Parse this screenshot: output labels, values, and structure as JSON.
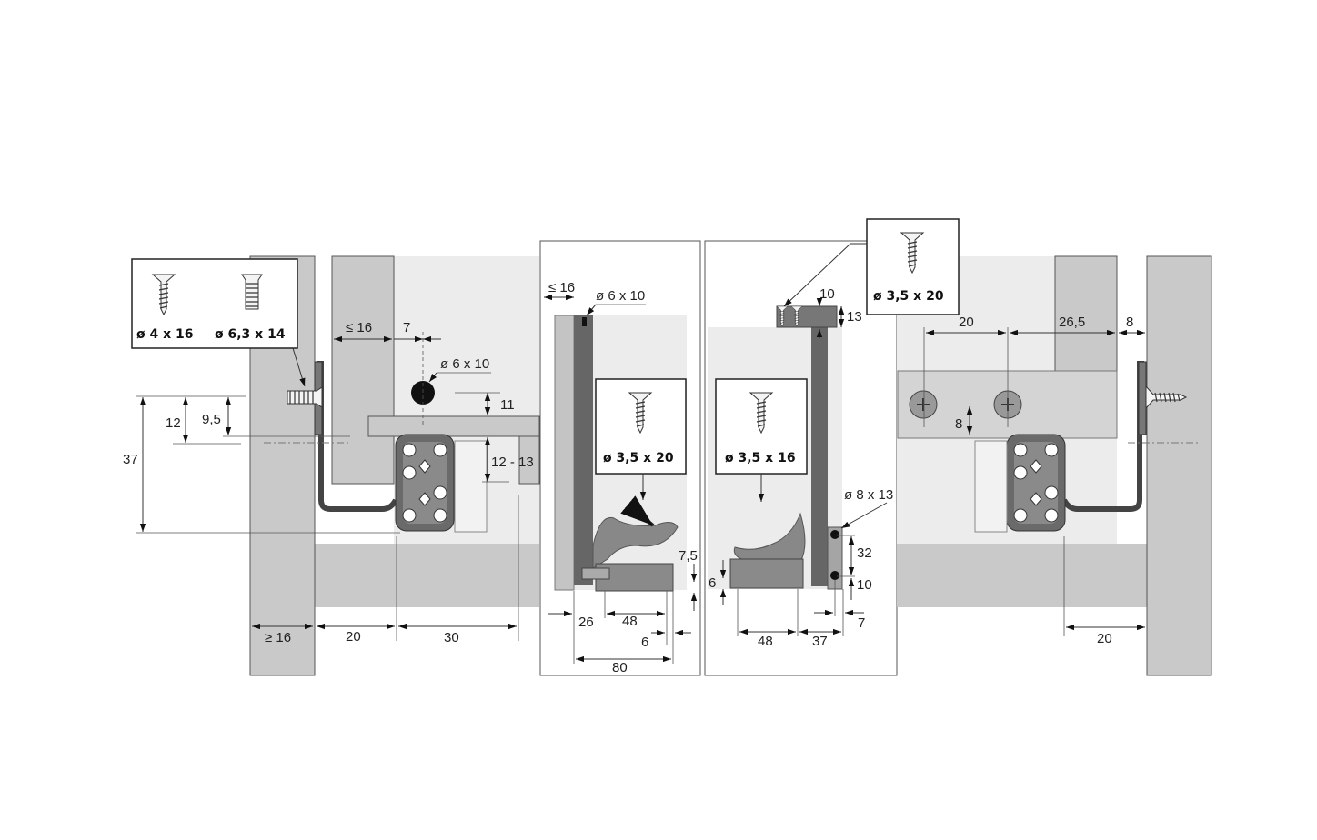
{
  "screw_boxes": {
    "left": [
      "ø 4 x 16",
      "ø 6,3 x 14"
    ],
    "middle_left": "ø 3,5 x 20",
    "middle_right": "ø 3,5 x 16",
    "top_right": "ø 3,5 x 20"
  },
  "dimensions": {
    "left": {
      "max16": "≤ 16",
      "d7": "7",
      "hole": "ø 6 x 10",
      "d11": "11",
      "d12_13": "12 - 13",
      "d12": "12",
      "d9_5": "9,5",
      "d37": "37",
      "min16": "≥ 16",
      "d20": "20",
      "d30": "30"
    },
    "middle_left": {
      "max16": "≤ 16",
      "hole": "ø 6 x 10",
      "d7_5": "7,5",
      "d26": "26",
      "d48": "48",
      "d6": "6",
      "d80": "80"
    },
    "middle_right": {
      "d10_top": "10",
      "d13": "13",
      "hole": "ø 8 x 13",
      "d32": "32",
      "d10": "10",
      "d6": "6",
      "d48": "48",
      "d37": "37",
      "d7": "7"
    },
    "right": {
      "d20_top": "20",
      "d26_5": "26,5",
      "d8_top": "8",
      "d8": "8",
      "d20": "20"
    }
  }
}
